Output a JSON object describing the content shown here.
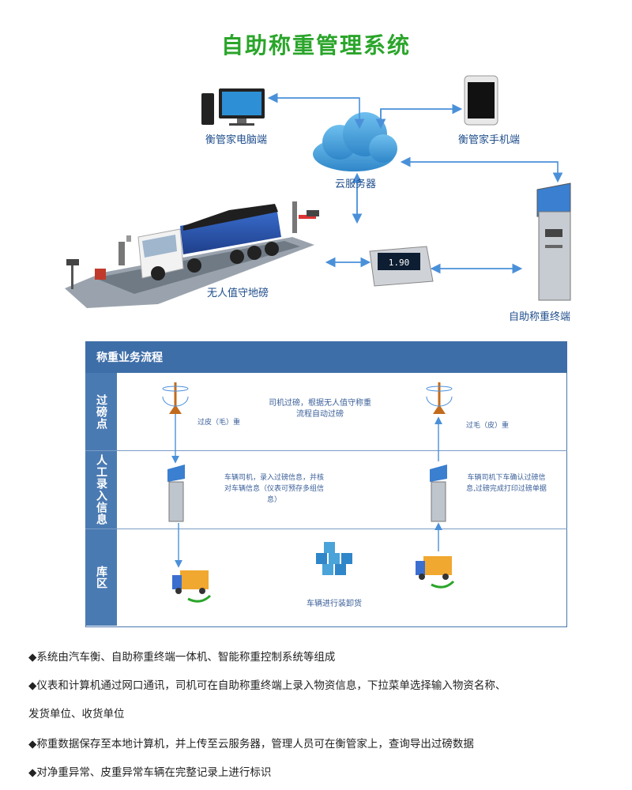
{
  "title": "自助称重管理系统",
  "nodes": {
    "pc": "衡管家电脑端",
    "phone": "衡管家手机端",
    "cloud": "云服务器",
    "scale": "无人值守地磅",
    "terminal": "自助称重终端",
    "indicator_display": "1.90"
  },
  "process": {
    "header": "称重业务流程",
    "lanes": [
      "过磅点",
      "人工录入信息",
      "库区"
    ],
    "notes": {
      "tare_first": "过皮（毛）重",
      "driver_weigh": "司机过磅，根据无人值守称重流程自动过磅",
      "gross_second": "过毛（皮）重",
      "entry_left": "车辆司机，录入过磅信息，并核对车辆信息（仪表可预存多组信息）",
      "entry_right": "车辆司机下车确认过磅信息,过磅完成打印过磅单据",
      "loading": "车辆进行装卸货"
    }
  },
  "bullets": [
    "◆系统由汽车衡、自助称重终端一体机、智能称重控制系统等组成",
    "◆仪表和计算机通过网口通讯，司机可在自助称重终端上录入物资信息，下拉菜单选择输入物资名称、",
    "发货单位、收货单位",
    "◆称重数据保存至本地计算机，并上传至云服务器，管理人员可在衡管家上，查询导出过磅数据",
    "◆对净重异常、皮重异常车辆在完整记录上进行标识"
  ],
  "colors": {
    "title": "#2aa52a",
    "accent": "#3e6ea8",
    "arrow": "#4a90d9"
  }
}
